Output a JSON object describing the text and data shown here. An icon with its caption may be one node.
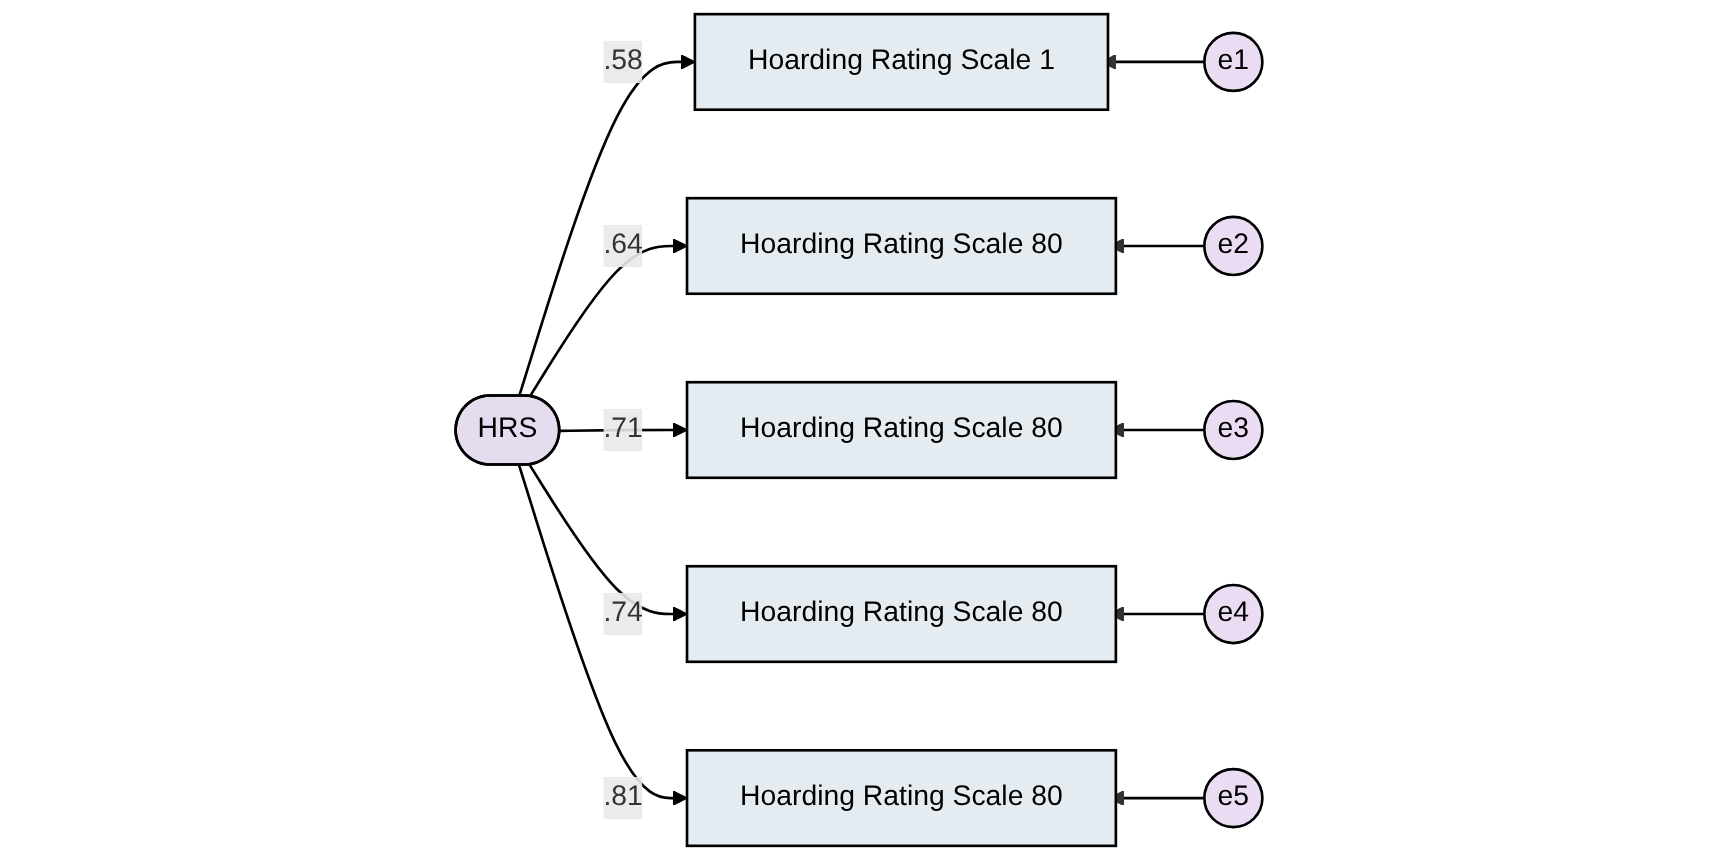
{
  "diagram": {
    "nodes": [
      {
        "text": [
          "HRS"
        ]
      },
      {
        "text": [
          "Hoarding Rating Scale 1"
        ]
      },
      {
        "text": [
          "e1"
        ]
      },
      {
        "text": [
          "Hoarding Rating Scale 80"
        ]
      },
      {
        "text": [
          "e2"
        ]
      },
      {
        "text": [
          "Hoarding Rating Scale 80"
        ]
      },
      {
        "text": [
          "e3"
        ]
      },
      {
        "text": [
          "Hoarding Rating Scale 80"
        ]
      },
      {
        "text": [
          "e4"
        ]
      },
      {
        "text": [
          "Hoarding Rating Scale 80"
        ]
      },
      {
        "text": [
          "e5"
        ]
      }
    ],
    "edges": [
      {
        "from": 0,
        "to": 1,
        "arrow": "to",
        "label": ".58"
      },
      {
        "from": 0,
        "to": 3,
        "arrow": "to",
        "label": ".64"
      },
      {
        "from": 0,
        "to": 5,
        "arrow": "to",
        "label": ".71"
      },
      {
        "from": 0,
        "to": 7,
        "arrow": "to",
        "label": ".74"
      },
      {
        "from": 0,
        "to": 9,
        "arrow": "to",
        "label": ".81"
      },
      {
        "from": 2,
        "to": 1,
        "arrow": "to"
      },
      {
        "from": 4,
        "to": 3,
        "arrow": "to"
      },
      {
        "from": 6,
        "to": 5,
        "arrow": "to"
      },
      {
        "from": 8,
        "to": 7,
        "arrow": "to"
      },
      {
        "from": 10,
        "to": 9,
        "arrow": "to"
      }
    ]
  }
}
